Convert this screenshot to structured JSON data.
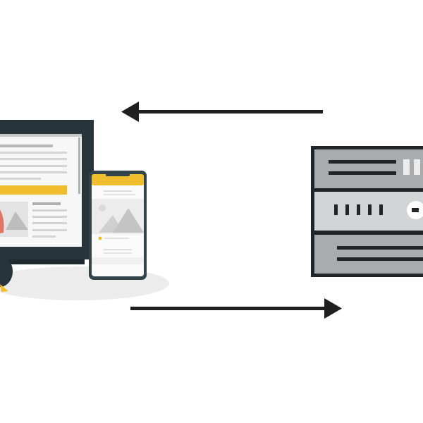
{
  "diagram": {
    "type": "client-server-request-response",
    "nodes": [
      {
        "id": "client",
        "icon": "monitor-and-phone-icon"
      },
      {
        "id": "server",
        "icon": "server-rack-icon"
      }
    ],
    "edges": [
      {
        "from": "server",
        "to": "client",
        "direction": "left"
      },
      {
        "from": "client",
        "to": "server",
        "direction": "right"
      }
    ]
  },
  "colors": {
    "dark": "#1f2a30",
    "accent": "#f0bd2c",
    "server_gray": "#a9abad",
    "server_light": "#d3d4d5",
    "shadow": "#ececec"
  }
}
